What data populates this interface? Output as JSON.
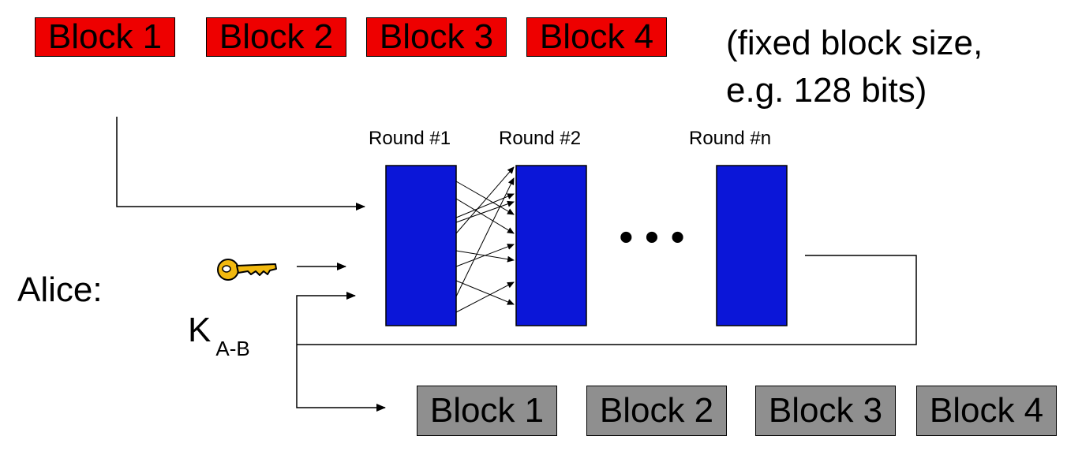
{
  "plaintext_blocks": [
    "Block 1",
    "Block 2",
    "Block 3",
    "Block 4"
  ],
  "block_size_note": [
    "(fixed block size,",
    "e.g. 128 bits)"
  ],
  "rounds": [
    "Round #1",
    "Round #2",
    "Round #n"
  ],
  "ellipsis": "• • •",
  "sender": "Alice:",
  "key": {
    "letter": "K",
    "subscript": "A-B",
    "icon": "key-icon"
  },
  "ciphertext_blocks": [
    "Block 1",
    "Block 2",
    "Block 3",
    "Block 4"
  ],
  "colors": {
    "plaintext": "#ee0000",
    "ciphertext": "#8f8f8f",
    "round": "#0b16d8",
    "key": "#f2b90f"
  }
}
